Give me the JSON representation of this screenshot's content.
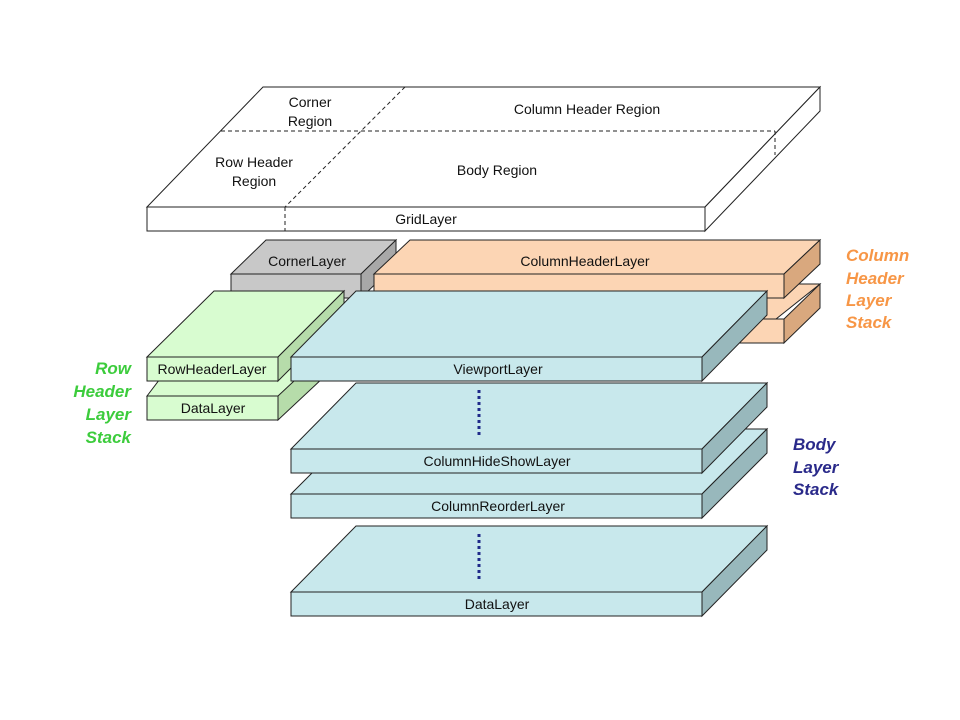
{
  "colors": {
    "grid_fill": "#ffffff",
    "corner_front": "#c8c8c8",
    "corner_top": "#c8c8c8",
    "corner_side": "#a8a8a8",
    "colhdr_front": "#fcd5b4",
    "colhdr_top": "#fcd5b4",
    "colhdr_side": "#d9a87e",
    "rowhdr_front": "#d8fcd0",
    "rowhdr_top": "#d8fcd0",
    "rowhdr_side": "#b6dcaa",
    "body_front": "#c8e8ec",
    "body_top": "#c8e8ec",
    "body_side": "#98b8bc",
    "ellipsis": "#1f2a8a",
    "row_stack_label": "#3ccc3c",
    "col_stack_label": "#f79646",
    "body_stack_label": "#2a2a8a"
  },
  "grid": {
    "layer_label": "GridLayer",
    "corner_region_line1": "Corner",
    "corner_region_line2": "Region",
    "column_header_region": "Column Header Region",
    "row_header_region_line1": "Row Header",
    "row_header_region_line2": "Region",
    "body_region": "Body Region"
  },
  "corner": {
    "layer_label": "CornerLayer"
  },
  "column_header": {
    "layer_label": "ColumnHeaderLayer",
    "stack_label": [
      "Column",
      "Header",
      "Layer",
      "Stack"
    ]
  },
  "row_header": {
    "top_label": "RowHeaderLayer",
    "bottom_label": "DataLayer",
    "stack_label": [
      "Row",
      "Header",
      "Layer",
      "Stack"
    ]
  },
  "body": {
    "viewport_label": "ViewportLayer",
    "hideshow_label": "ColumnHideShowLayer",
    "reorder_label": "ColumnReorderLayer",
    "data_label": "DataLayer",
    "stack_label": [
      "Body",
      "Layer",
      "Stack"
    ]
  }
}
